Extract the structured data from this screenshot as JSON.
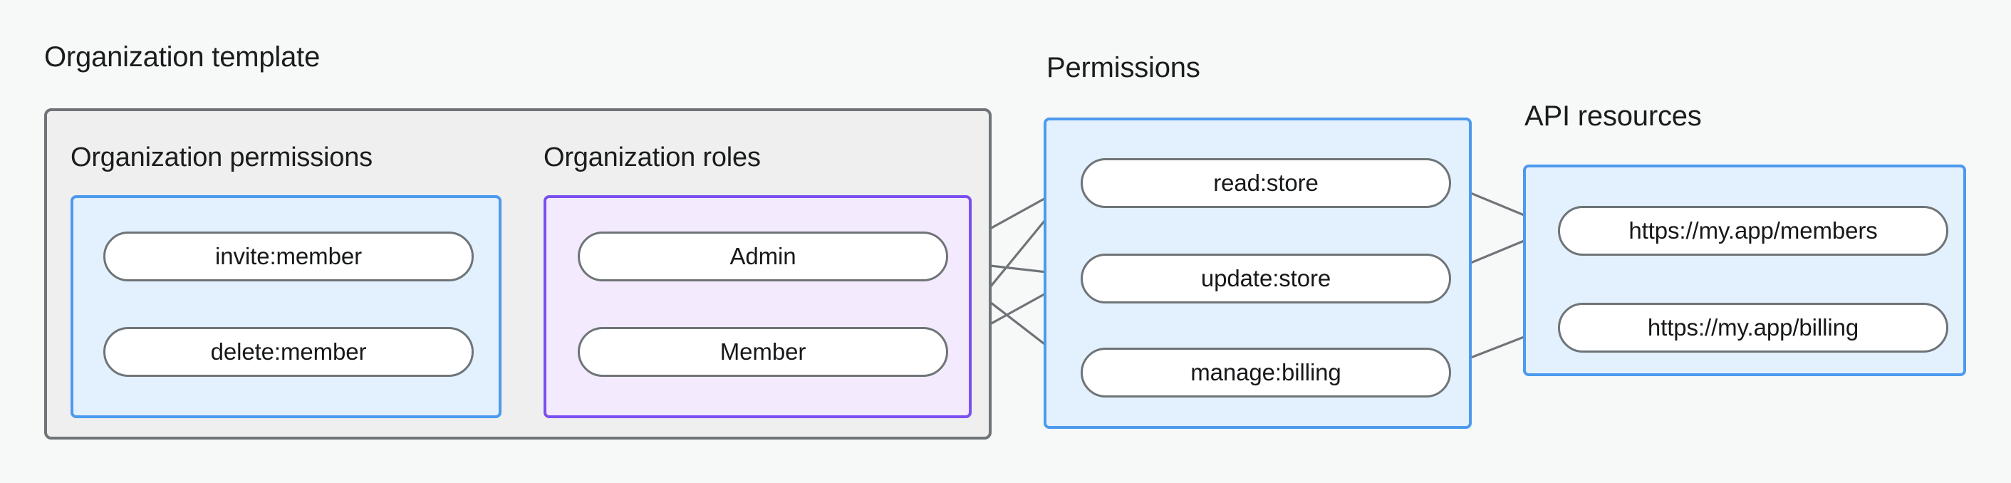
{
  "diagram": {
    "title_text": "Organization template",
    "groups": [
      {
        "id": "organization-template",
        "label": "Organization template"
      },
      {
        "id": "permissions",
        "label": "Permissions"
      },
      {
        "id": "api-resources",
        "label": "API resources"
      }
    ],
    "subgroups": [
      {
        "id": "organization-permissions",
        "label": "Organization permissions",
        "accent": "#4c9aee"
      },
      {
        "id": "organization-roles",
        "label": "Organization roles",
        "accent": "#7b4ff0"
      }
    ],
    "organization_permissions": {
      "label": "Organization permissions",
      "nodes": [
        {
          "id": "invite-member",
          "label": "invite:member"
        },
        {
          "id": "delete-member",
          "label": "delete:member"
        }
      ]
    },
    "organization_roles": {
      "label": "Organization roles",
      "nodes": [
        {
          "id": "admin",
          "label": "Admin"
        },
        {
          "id": "member",
          "label": "Member"
        }
      ]
    },
    "permissions": {
      "label": "Permissions",
      "nodes": [
        {
          "id": "read-store",
          "label": "read:store"
        },
        {
          "id": "update-store",
          "label": "update:store"
        },
        {
          "id": "manage-billing",
          "label": "manage:billing"
        }
      ]
    },
    "api_resources": {
      "label": "API resources",
      "nodes": [
        {
          "id": "members-url",
          "label": "https://my.app/members"
        },
        {
          "id": "billing-url",
          "label": "https://my.app/billing"
        }
      ]
    },
    "connections": [
      {
        "from": "invite-member",
        "to": "admin"
      },
      {
        "from": "invite-member",
        "to": "member"
      },
      {
        "from": "delete-member",
        "to": "member"
      },
      {
        "from": "admin",
        "to": "read-store"
      },
      {
        "from": "admin",
        "to": "update-store"
      },
      {
        "from": "admin",
        "to": "manage-billing"
      },
      {
        "from": "member",
        "to": "read-store"
      },
      {
        "from": "member",
        "to": "update-store"
      },
      {
        "from": "read-store",
        "to": "members-url"
      },
      {
        "from": "update-store",
        "to": "members-url"
      },
      {
        "from": "manage-billing",
        "to": "billing-url"
      }
    ],
    "colors": {
      "canvas_background": "#f7f8f8",
      "group_background": "#eeefee",
      "group_border": "#6e7477",
      "blue_fill": "#e3f0fd",
      "blue_border": "#4c9aee",
      "purple_fill": "#f3eafd",
      "purple_border": "#7b4ff0",
      "node_fill": "#ffffff",
      "node_border": "#6e7477",
      "edge_stroke": "#6e7477",
      "text": "#1a1c1e"
    }
  }
}
